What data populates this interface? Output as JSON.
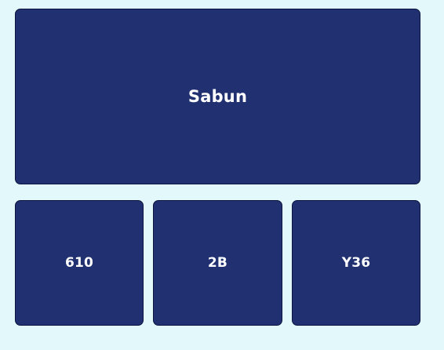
{
  "tiles": {
    "main": {
      "label": "Sabun"
    },
    "items": [
      {
        "label": "610"
      },
      {
        "label": "2B"
      },
      {
        "label": "Y36"
      }
    ]
  },
  "colors": {
    "background": "#e3f8fb",
    "tile": "#213070",
    "tile_border": "#0b153f",
    "text": "#ffffff"
  }
}
